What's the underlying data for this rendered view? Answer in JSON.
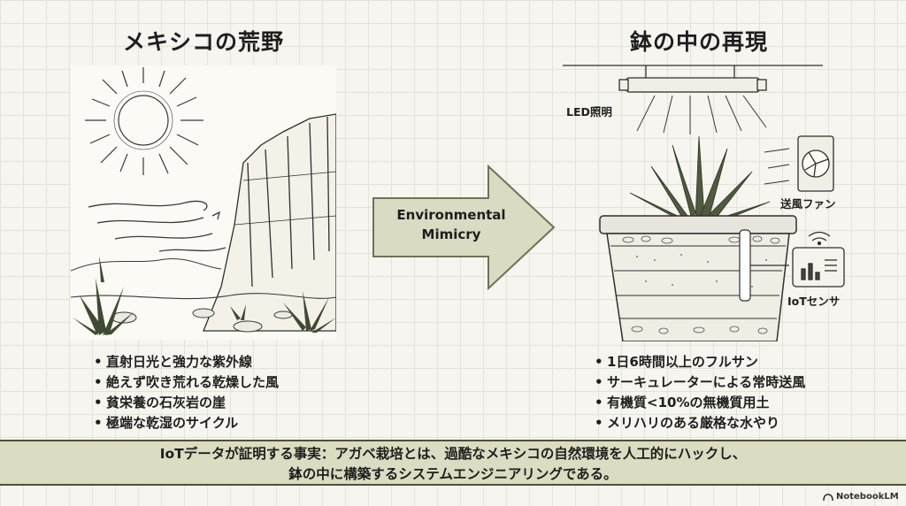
{
  "left_panel": {
    "title": "メキシコの荒野",
    "bullets": [
      "直射日光と強力な紫外線",
      "絶えず吹き荒れる乾燥した風",
      "貧栄養の石灰岩の崖",
      "極端な乾湿のサイクル"
    ]
  },
  "arrow": {
    "line1": "Environmental",
    "line2": "Mimicry"
  },
  "right_panel": {
    "title": "鉢の中の再現",
    "labels": {
      "led": "LED照明",
      "fan": "送風ファン",
      "sensor": "IoTセンサ"
    },
    "bullets": [
      "1日6時間以上のフルサン",
      "サーキュレーターによる常時送風",
      "有機質<10%の無機質用土",
      "メリハリのある厳格な水やり"
    ]
  },
  "banner": {
    "line1": "IoTデータが証明する事実：アガベ栽培とは、過酷なメキシコの自然環境を人工的にハックし、",
    "line2": "鉢の中に構築するシステムエンジニアリングである。"
  },
  "footer": {
    "brand": "NotebookLM"
  },
  "colors": {
    "accent_fill": "#d9dbc3",
    "accent_stroke": "#6f7257",
    "agave": "#4f5a3e",
    "banner_bg": "#dcdcc2"
  }
}
